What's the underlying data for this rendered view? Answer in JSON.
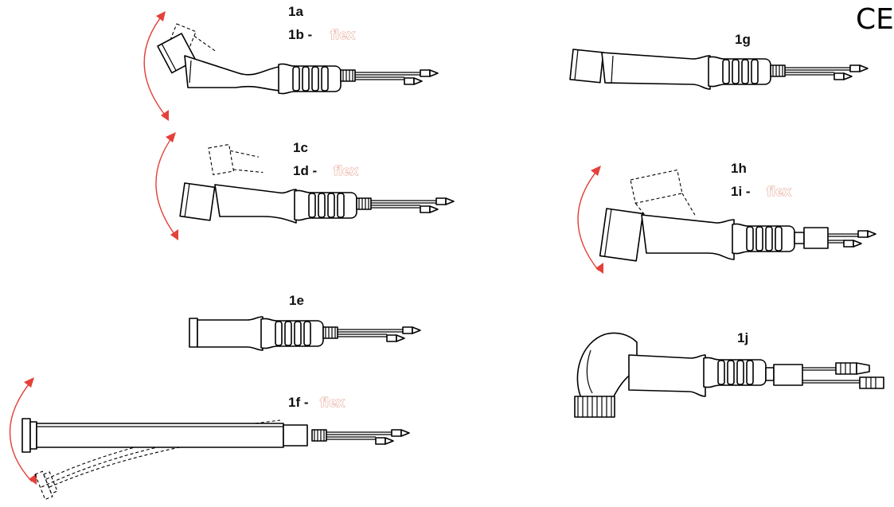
{
  "labels": {
    "t1a": "1a",
    "t1b": "1b -",
    "t1c": "1c",
    "t1d": "1d -",
    "t1e": "1e",
    "t1f": "1f -",
    "t1g": "1g",
    "t1h": "1h",
    "t1i": "1i -",
    "t1j": "1j",
    "flex": "flex"
  },
  "ce_mark": "CE",
  "colors": {
    "arrow": "#e4413a",
    "flex_outline": "#e3a08e",
    "line": "#000000"
  }
}
